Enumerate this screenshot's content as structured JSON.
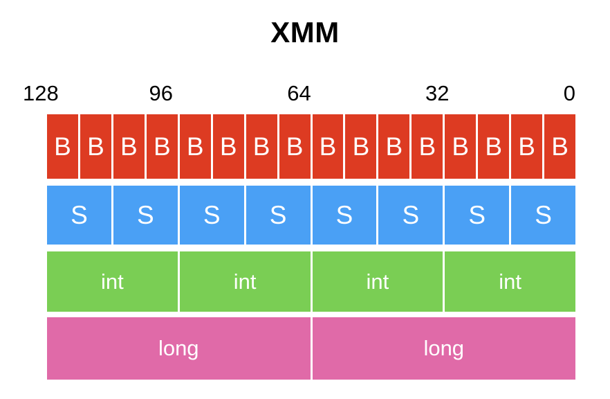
{
  "title": "XMM",
  "bit_scale": {
    "labels": [
      {
        "text": "128",
        "pos_pct": 0
      },
      {
        "text": "96",
        "pos_pct": 25
      },
      {
        "text": "64",
        "pos_pct": 50
      },
      {
        "text": "32",
        "pos_pct": 75
      },
      {
        "text": "0",
        "pos_pct": 100
      }
    ]
  },
  "colors": {
    "byte": "#dd3b22",
    "short": "#4aa0f5",
    "int": "#7ace54",
    "long": "#e06aa8",
    "label_text": "#ffffff",
    "title_text": "#000000",
    "scale_text": "#000000",
    "background": "#ffffff"
  },
  "rows": [
    {
      "type": "byte",
      "count": 16,
      "color": "#dd3b22",
      "cells": [
        {
          "label": "B"
        },
        {
          "label": "B"
        },
        {
          "label": "B"
        },
        {
          "label": "B"
        },
        {
          "label": "B"
        },
        {
          "label": "B"
        },
        {
          "label": "B"
        },
        {
          "label": "B"
        },
        {
          "label": "B"
        },
        {
          "label": "B"
        },
        {
          "label": "B"
        },
        {
          "label": "B"
        },
        {
          "label": "B"
        },
        {
          "label": "B"
        },
        {
          "label": "B"
        },
        {
          "label": "B"
        }
      ]
    },
    {
      "type": "short",
      "count": 8,
      "color": "#4aa0f5",
      "cells": [
        {
          "label": "S"
        },
        {
          "label": "S"
        },
        {
          "label": "S"
        },
        {
          "label": "S"
        },
        {
          "label": "S"
        },
        {
          "label": "S"
        },
        {
          "label": "S"
        },
        {
          "label": "S"
        }
      ]
    },
    {
      "type": "int",
      "count": 4,
      "color": "#7ace54",
      "cells": [
        {
          "label": "int"
        },
        {
          "label": "int"
        },
        {
          "label": "int"
        },
        {
          "label": "int"
        }
      ]
    },
    {
      "type": "long",
      "count": 2,
      "color": "#e06aa8",
      "cells": [
        {
          "label": "long"
        },
        {
          "label": "long"
        }
      ]
    }
  ]
}
